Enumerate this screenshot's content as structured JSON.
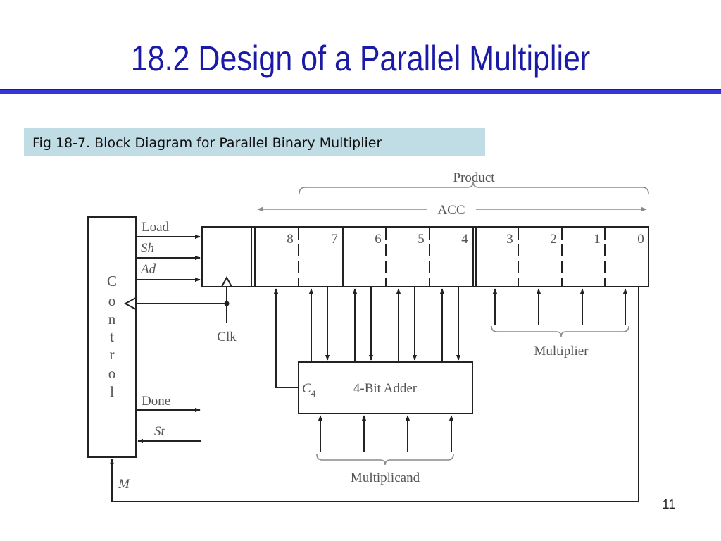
{
  "slide": {
    "title": "18.2  Design of a Parallel Multiplier",
    "caption": "Fig 18-7. Block Diagram for Parallel Binary Multiplier",
    "page_number": "11",
    "accent_color": "#3535d8",
    "caption_bg": "#c0dde6",
    "title_color": "#1a1aa6"
  },
  "diagram": {
    "product_label": "Product",
    "acc_label": "ACC",
    "control_letters": [
      "C",
      "o",
      "n",
      "t",
      "r",
      "o",
      "l"
    ],
    "control_signals": {
      "load": "Load",
      "sh": "Sh",
      "ad": "Ad",
      "done": "Done",
      "st": "St",
      "m": "M"
    },
    "clk_label": "Clk",
    "bit_numbers": [
      "8",
      "7",
      "6",
      "5",
      "4",
      "3",
      "2",
      "1",
      "0"
    ],
    "multiplier_label": "Multiplier",
    "adder_label": "4-Bit Adder",
    "carry_label": "C",
    "carry_subscript": "4",
    "multiplicand_label": "Multiplicand"
  }
}
